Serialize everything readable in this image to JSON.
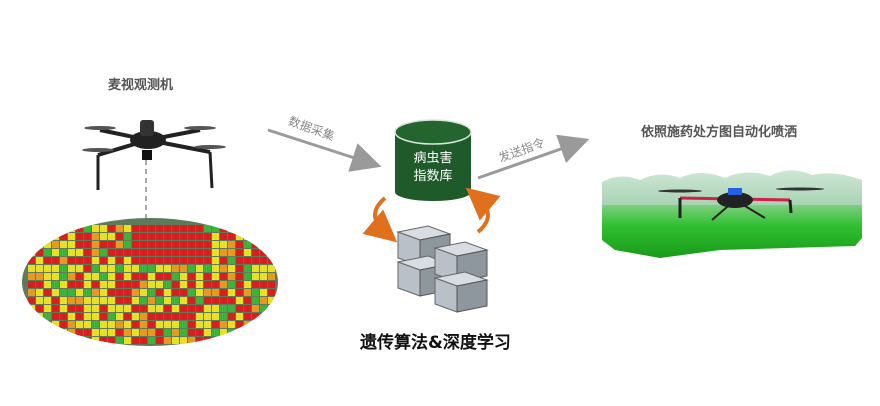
{
  "left": {
    "title": "麦视观测机"
  },
  "arrows": {
    "collect": "数据采集",
    "send": "发送指令"
  },
  "database": {
    "line1": "病虫害",
    "line2": "指数库"
  },
  "center": {
    "title": "遗传算法&深度学习"
  },
  "right": {
    "title": "依照施药处方图自动化喷洒"
  },
  "colors": {
    "db_green": "#1f5a2a",
    "arrow_gray": "#9a9a9a",
    "cycle_orange": "#e0701e",
    "heat_red": "#d81e1e",
    "heat_yellow": "#e8e020",
    "heat_green": "#3cb43c",
    "field_green": "#2fbf2f"
  }
}
